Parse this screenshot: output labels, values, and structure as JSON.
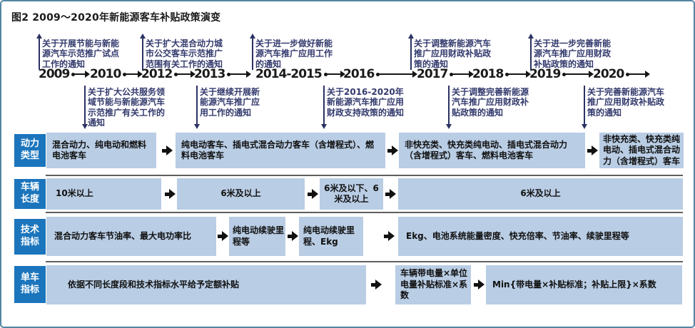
{
  "title": "图2 2009～2020年新能源客车补贴政策演变",
  "timeline": {
    "years": [
      "2009",
      "2010",
      "2012",
      "2013",
      "2014-2015",
      "2016",
      "2017",
      "2018",
      "2019",
      "2020"
    ],
    "notes_above": [
      "关于开展节能与新能源汽车示范推广试点工作的通知",
      "关于扩大混合动力城市公交客车示范推广范围有关工作的通知",
      "关于进一步做好新能源汽车推广应用工作的通知",
      "关于调整新能源汽车推广应用财政补贴政策的通知",
      "关于进一步完善新能源汽车推广应用财政补贴政策的通知"
    ],
    "notes_below": [
      "关于扩大公共服务领域节能与新能源汽车示范推广有关工作的通知",
      "关于继续开展新能源汽车推广应用工作的通知",
      "关于2016-2020年新能源汽车推广应用财政支持政策的通知",
      "关于调整完善新能源汽车推广应用财政补贴政策的通知",
      "关于完善新能源汽车推广应用财政补贴政策的通知"
    ]
  },
  "rows": [
    {
      "label": "动力类型",
      "boxes": [
        "混合动力、纯电动和燃料电池客车",
        "纯电动客车、插电式混合动力客车（含增程式）、燃料电池客车",
        "非快充类、快充类纯电动、插电式混合动力（含增程式）客车、燃料电池客车",
        "非快充类、快充类纯电动、插电式混合动力（含增程式）客车"
      ]
    },
    {
      "label": "车辆长度",
      "boxes": [
        "10米以上",
        "6米及以上",
        "6米及以下、6米及以上",
        "6米及以上"
      ]
    },
    {
      "label": "技术指标",
      "boxes": [
        "混合动力客车节油率、最大电功率比",
        "纯电动续驶里程等",
        "纯电动续驶里程、Ekg",
        "Ekg、电池系统能量密度、快充倍率、节油率、续驶里程等"
      ]
    },
    {
      "label": "单车指标",
      "boxes": [
        "依据不同长度段和技术指标水平给予定额补贴",
        "车辆带电量×单位电量补贴标准×系数",
        "Min{带电量×补贴标准；补贴上限}×系数"
      ]
    }
  ],
  "colors": {
    "frame_border": "#5585a5",
    "label_bg": "#1b75bd",
    "box_bg": "#b9cde4",
    "note_text": "#333a6d",
    "divider": "#5f5f5f"
  }
}
